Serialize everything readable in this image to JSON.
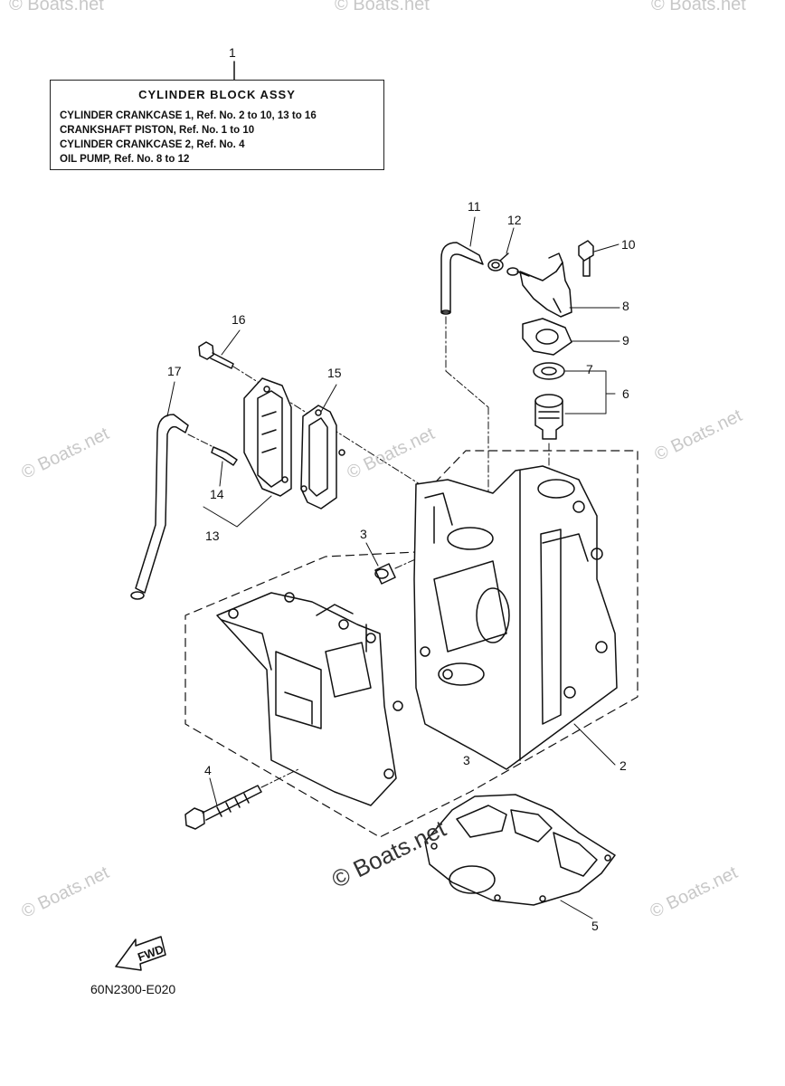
{
  "info_box": {
    "ref_number": "1",
    "title": "CYLINDER  BLOCK ASSY",
    "lines": [
      "CYLINDER CRANKCASE 1, Ref. No. 2 to 10, 13 to 16",
      "CRANKSHAFT PISTON,  Ref. No. 1 to 10",
      "CYLINDER CRANKCASE 2, Ref. No. 4",
      "OIL PUMP,  Ref. No. 8 to 12"
    ]
  },
  "callouts": {
    "c2": "2",
    "c3a": "3",
    "c3b": "3",
    "c4": "4",
    "c5": "5",
    "c6": "6",
    "c7": "7",
    "c8": "8",
    "c9": "9",
    "c10": "10",
    "c11": "11",
    "c12": "12",
    "c13": "13",
    "c14": "14",
    "c15": "15",
    "c16": "16",
    "c17": "17"
  },
  "fwd_label": "FWD",
  "diagram_code": "60N2300-E020",
  "watermark": "© Boats.net"
}
